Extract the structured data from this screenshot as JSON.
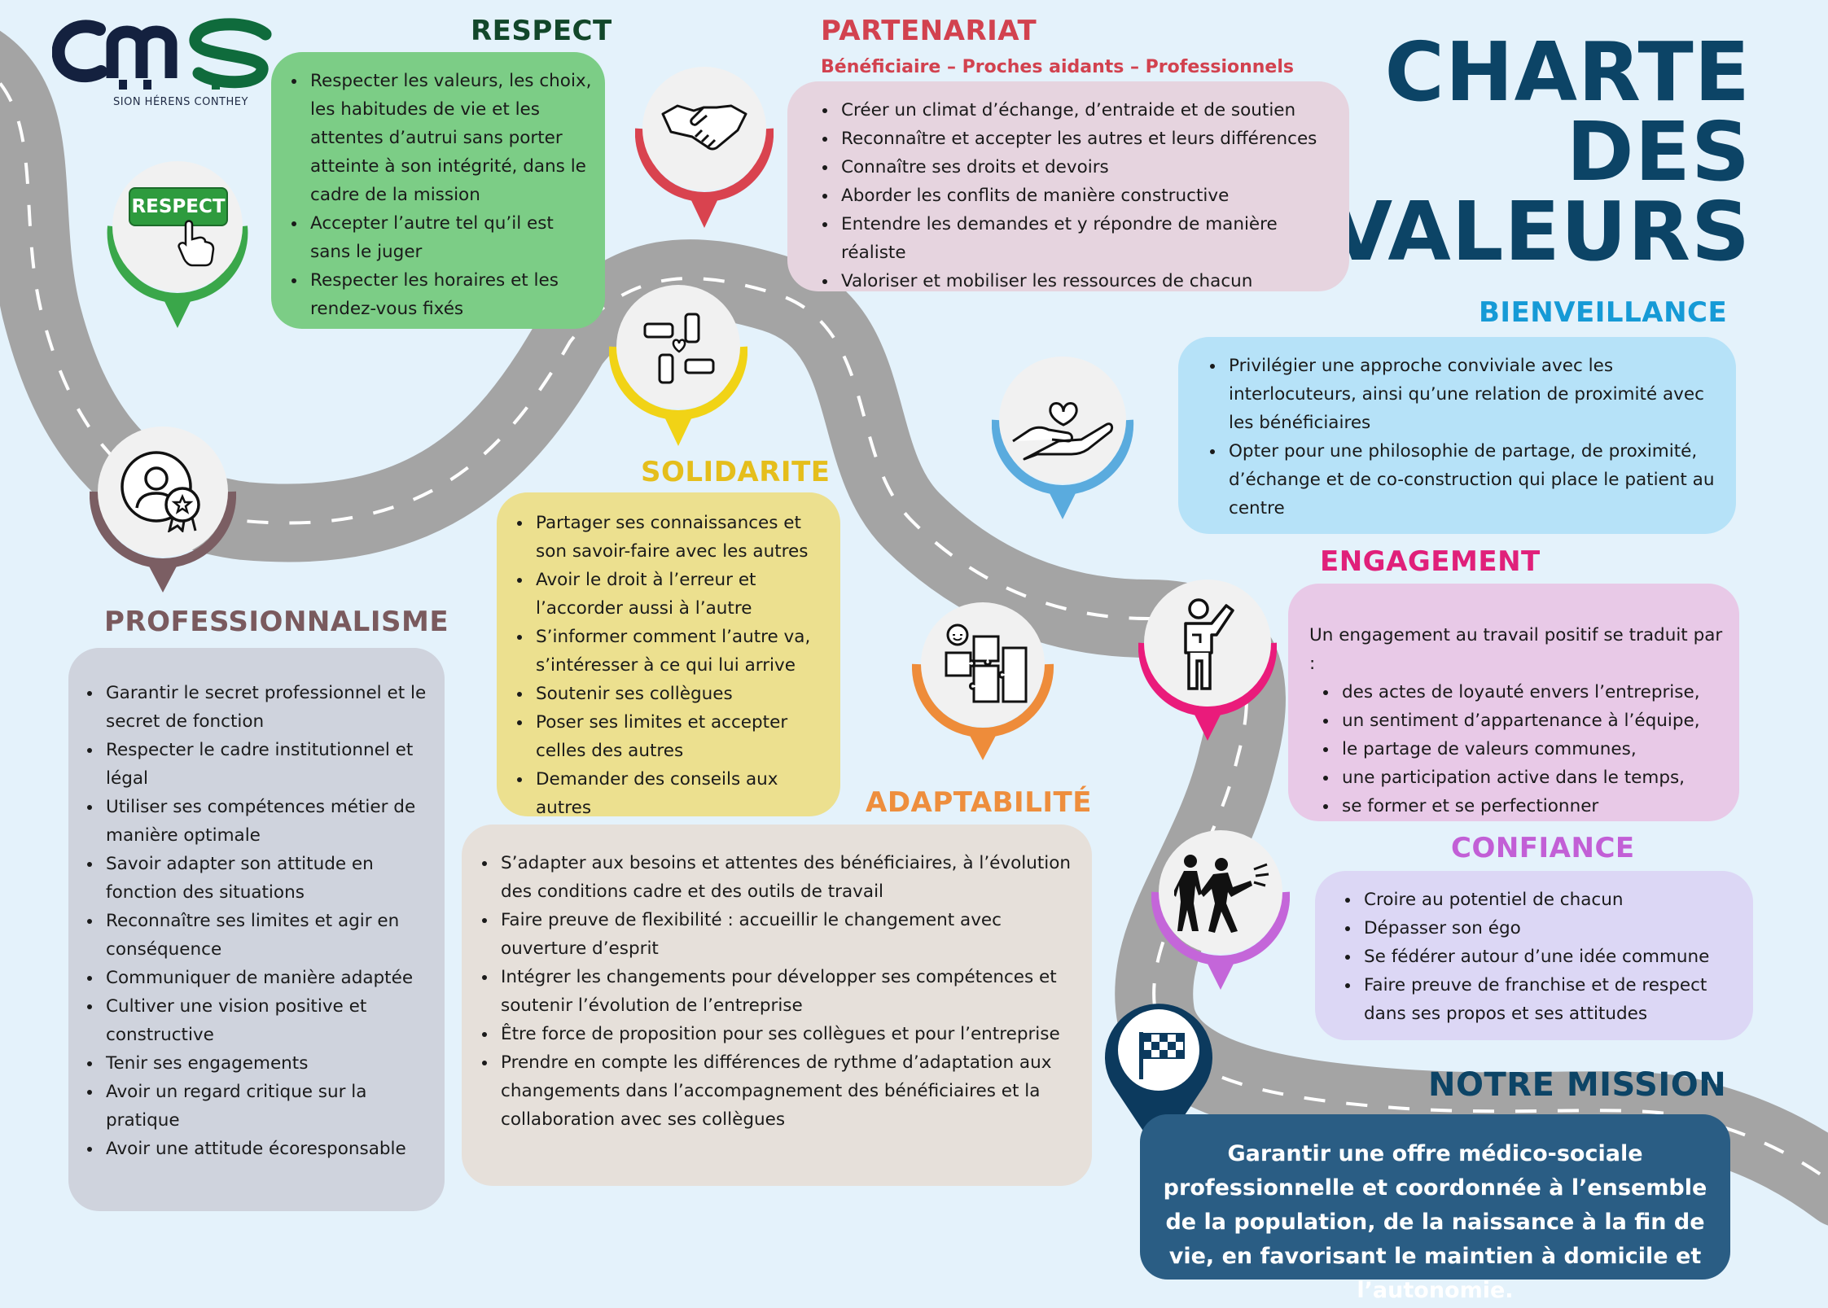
{
  "logo": {
    "text": "cms",
    "subtitle": "SION HÉRENS CONTHEY",
    "colors": {
      "dark": "#14213f",
      "green": "#0f6b3c"
    }
  },
  "title": {
    "lines": [
      "CHARTE",
      "DES",
      "VALEURS"
    ],
    "color": "#0c4466"
  },
  "sections": {
    "respect": {
      "title": "RESPECT",
      "color": "#12472a",
      "box_color": "#7ccd86",
      "pin_color": "#3aa74a",
      "pin_label": "RESPECT",
      "icon": "respect-button-icon",
      "items": [
        "Respecter les valeurs, les choix, les habitudes de vie et les attentes d’autrui sans porter atteinte à son intégrité, dans le cadre de la mission",
        "Accepter l’autre tel qu’il est sans le juger",
        "Respecter les horaires et les rendez-vous fixés"
      ]
    },
    "partenariat": {
      "title": "PARTENARIAT",
      "subtitle": "Bénéficiaire – Proches aidants – Professionnels",
      "color": "#d2424f",
      "box_color": "#e6d4df",
      "pin_color": "#d9434f",
      "icon": "handshake-icon",
      "items": [
        "Créer un climat d’échange, d’entraide et de soutien",
        "Reconnaître et accepter les autres et leurs différences",
        "Connaître ses droits et devoirs",
        "Aborder les conflits de manière constructive",
        "Entendre les demandes et y répondre de manière réaliste",
        "Valoriser et mobiliser les ressources de chacun"
      ]
    },
    "bienveillance": {
      "title": "BIENVEILLANCE",
      "color": "#169ad6",
      "box_color": "#b6e2f8",
      "pin_color": "#5aabde",
      "icon": "heart-in-hand-icon",
      "items": [
        "Privilégier une approche conviviale avec les interlocuteurs, ainsi qu’une relation de proximité avec les bénéficiaires",
        "Opter pour une philosophie de partage, de proximité, d’échange et de co-construction qui place le patient au centre"
      ]
    },
    "solidarite": {
      "title": "SOLIDARITE",
      "color": "#e5be1b",
      "box_color": "#ece08f",
      "pin_color": "#f1d316",
      "icon": "joined-hands-icon",
      "items": [
        "Partager ses connaissances et son savoir-faire avec les autres",
        "Avoir le droit à l’erreur  et l’accorder aussi à l’autre",
        "S’informer comment l’autre va, s’intéresser à ce qui lui arrive",
        "Soutenir ses collègues",
        "Poser ses limites et accepter celles des autres",
        "Demander des conseils aux autres"
      ]
    },
    "professionnalisme": {
      "title": "PROFESSIONNALISME",
      "color": "#7a5a5e",
      "box_color": "#cfd3dd",
      "pin_color": "#7b5e63",
      "icon": "user-award-icon",
      "items": [
        "Garantir le secret professionnel et le secret de fonction",
        "Respecter le cadre institutionnel et légal",
        "Utiliser ses compétences métier de manière optimale",
        "Savoir adapter son attitude en fonction des situations",
        "Reconnaître ses limites  et agir en conséquence",
        "Communiquer de manière adaptée",
        "Cultiver une vision positive et constructive",
        "Tenir ses engagements",
        "Avoir un regard critique sur la pratique",
        "Avoir une attitude écoresponsable"
      ]
    },
    "adaptabilite": {
      "title": "ADAPTABILITÉ",
      "color": "#ee8e3d",
      "box_color": "#e6e0da",
      "pin_color": "#ee8c3a",
      "icon": "puzzle-icon",
      "items": [
        "S’adapter aux besoins et attentes des bénéficiaires, à l’évolution des conditions cadre et des outils de travail",
        "Faire preuve de flexibilité : accueillir le changement avec ouverture d’esprit",
        "Intégrer les changements pour développer ses compétences et soutenir l’évolution de l’entreprise",
        "Être force de proposition pour ses collègues et pour l’entreprise",
        "Prendre en compte les différences de rythme d’adaptation aux changements dans l’accompagnement des bénéficiaires et la collaboration avec ses collègues"
      ]
    },
    "engagement": {
      "title": "ENGAGEMENT",
      "color": "#e0207a",
      "box_color": "#e8c9e7",
      "pin_color": "#ea1b7b",
      "icon": "committed-person-icon",
      "intro": "Un engagement au travail positif se traduit par :",
      "items": [
        "des actes de loyauté envers l’entreprise,",
        "un sentiment d’appartenance à l’équipe,",
        "le partage de valeurs communes,",
        "une participation active dans le temps,",
        "se former et se perfectionner"
      ]
    },
    "confiance": {
      "title": "CONFIANCE",
      "color": "#c25fd6",
      "box_color": "#dcd7f5",
      "pin_color": "#c466d9",
      "icon": "trust-fall-icon",
      "items": [
        "Croire au potentiel de chacun",
        "Dépasser son égo",
        "Se fédérer autour d’une idée commune",
        "Faire preuve de franchise et de respect dans ses propos et ses attitudes"
      ]
    },
    "mission": {
      "title": "NOTRE MISSION",
      "color": "#0c4466",
      "box_color": "#2a5d84",
      "pin_color": "#0c3a5e",
      "icon": "checkered-flag-icon",
      "text": "Garantir une offre médico-sociale professionnelle et coordonnée à l’ensemble de la population, de la naissance à la fin de vie, en favorisant le maintien à domicile et l’autonomie."
    }
  }
}
